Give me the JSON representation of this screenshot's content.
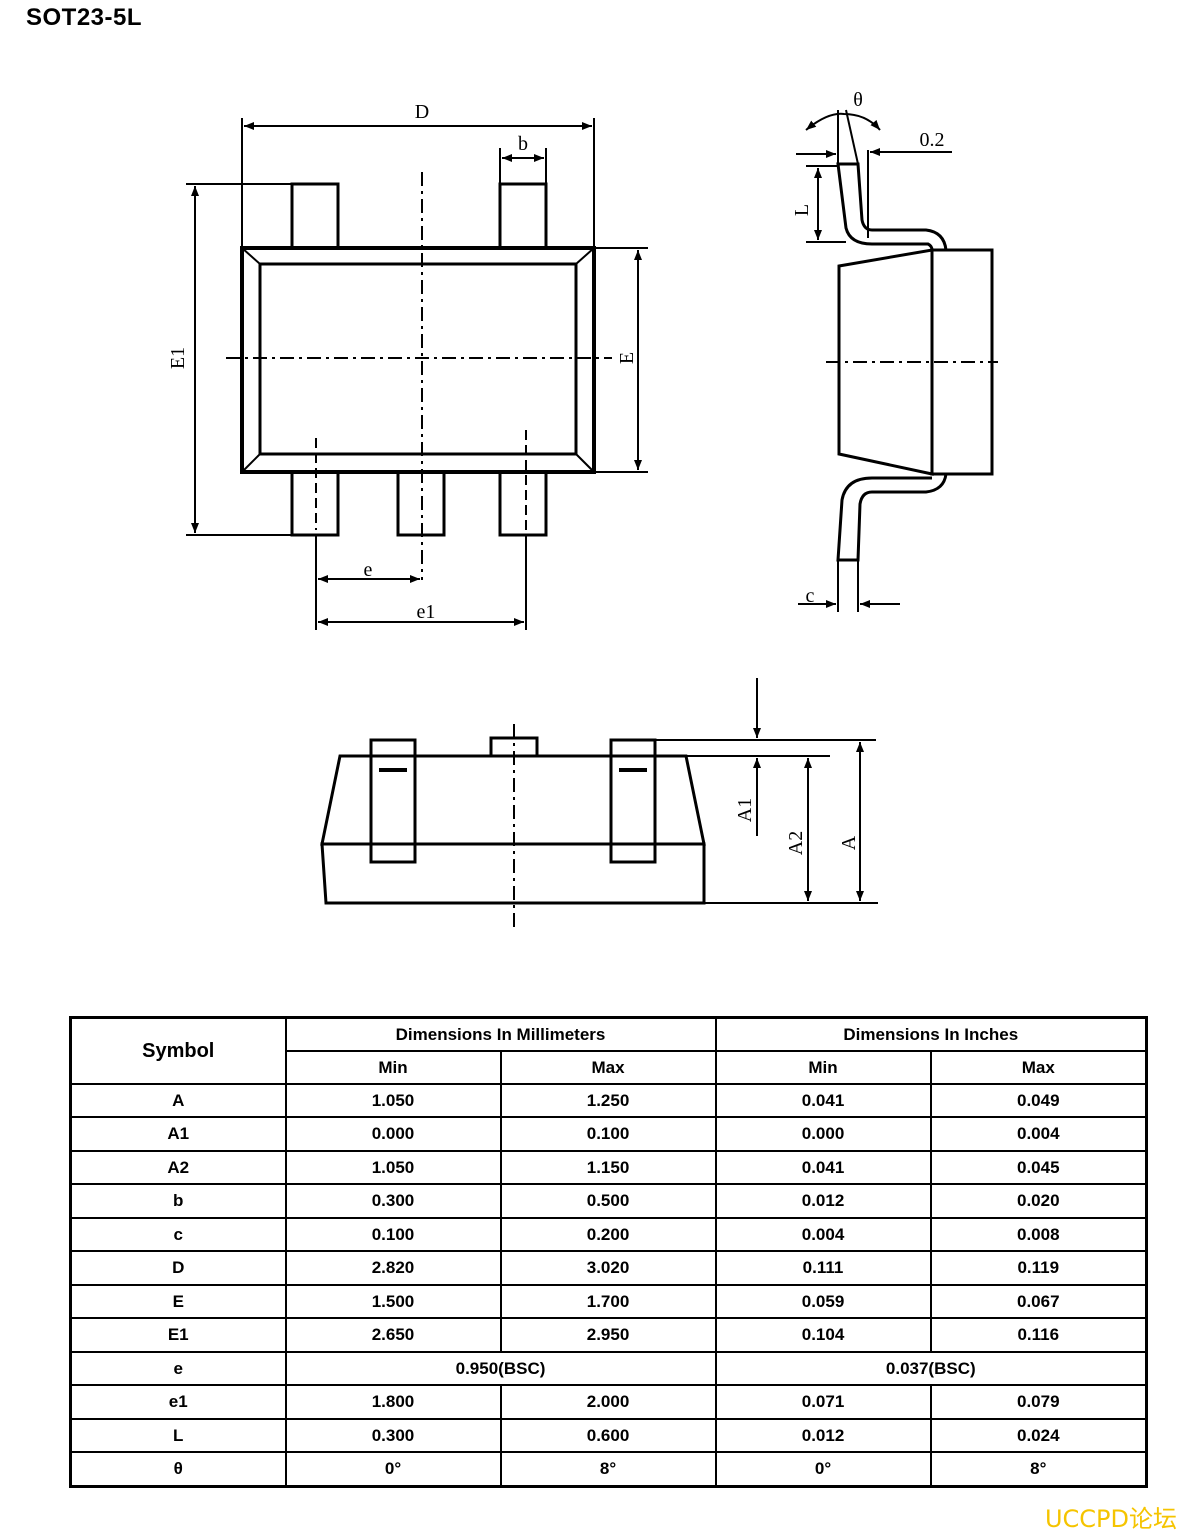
{
  "title": "SOT23-5L",
  "labels": {
    "D": "D",
    "b": "b",
    "E1": "E1",
    "E": "E",
    "e": "e",
    "e1": "e1",
    "theta": "θ",
    "clearance": "0.2",
    "L": "L",
    "c": "c",
    "A1": "A1",
    "A2": "A2",
    "A": "A"
  },
  "table": {
    "symbol_header": "Symbol",
    "mm_header": "Dimensions In Millimeters",
    "in_header": "Dimensions In Inches",
    "min": "Min",
    "max": "Max",
    "rows": [
      {
        "symbol": "A",
        "mm_min": "1.050",
        "mm_max": "1.250",
        "in_min": "0.041",
        "in_max": "0.049"
      },
      {
        "symbol": "A1",
        "mm_min": "0.000",
        "mm_max": "0.100",
        "in_min": "0.000",
        "in_max": "0.004"
      },
      {
        "symbol": "A2",
        "mm_min": "1.050",
        "mm_max": "1.150",
        "in_min": "0.041",
        "in_max": "0.045"
      },
      {
        "symbol": "b",
        "mm_min": "0.300",
        "mm_max": "0.500",
        "in_min": "0.012",
        "in_max": "0.020"
      },
      {
        "symbol": "c",
        "mm_min": "0.100",
        "mm_max": "0.200",
        "in_min": "0.004",
        "in_max": "0.008"
      },
      {
        "symbol": "D",
        "mm_min": "2.820",
        "mm_max": "3.020",
        "in_min": "0.111",
        "in_max": "0.119"
      },
      {
        "symbol": "E",
        "mm_min": "1.500",
        "mm_max": "1.700",
        "in_min": "0.059",
        "in_max": "0.067"
      },
      {
        "symbol": "E1",
        "mm_min": "2.650",
        "mm_max": "2.950",
        "in_min": "0.104",
        "in_max": "0.116"
      },
      {
        "symbol": "e",
        "mm_span": "0.950(BSC)",
        "in_span": "0.037(BSC)"
      },
      {
        "symbol": "e1",
        "mm_min": "1.800",
        "mm_max": "2.000",
        "in_min": "0.071",
        "in_max": "0.079"
      },
      {
        "symbol": "L",
        "mm_min": "0.300",
        "mm_max": "0.600",
        "in_min": "0.012",
        "in_max": "0.024"
      },
      {
        "symbol": "θ",
        "mm_min": "0°",
        "mm_max": "8°",
        "in_min": "0°",
        "in_max": "8°"
      }
    ]
  },
  "watermark": "UCCPD论坛"
}
